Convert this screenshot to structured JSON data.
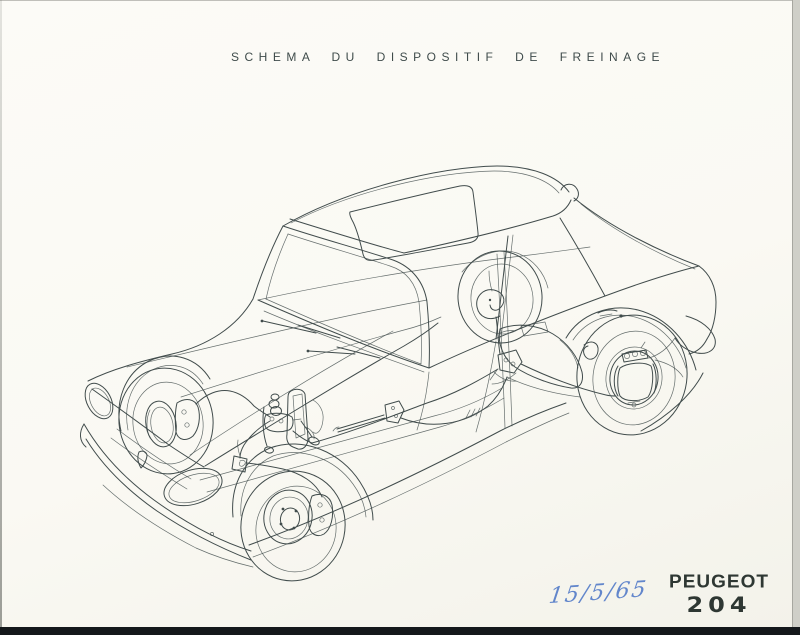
{
  "page": {
    "title": "SCHEMA DU DISPOSITIF DE FREINAGE",
    "handwritten_date": "15/5/65",
    "brand": "PEUGEOT",
    "model": "204"
  },
  "colors": {
    "paper": "#faf9f4",
    "ink": "#414c4c",
    "title": "#3f4b4b",
    "handwriting": "#6286cb",
    "brand": "#2e3733",
    "bottom_bar": "#14181b",
    "edge_shade": "#cfcfc8"
  },
  "diagram": {
    "subject": "peugeot-204-brake-system-cutaway",
    "parts": [
      "front-disc-brake-far",
      "front-disc-brake-near",
      "rear-drum-brake-near",
      "rear-flexible-hose-far",
      "master-cylinder-and-pedals",
      "handbrake-lever",
      "brake-pressure-compensator",
      "brake-lines"
    ]
  }
}
